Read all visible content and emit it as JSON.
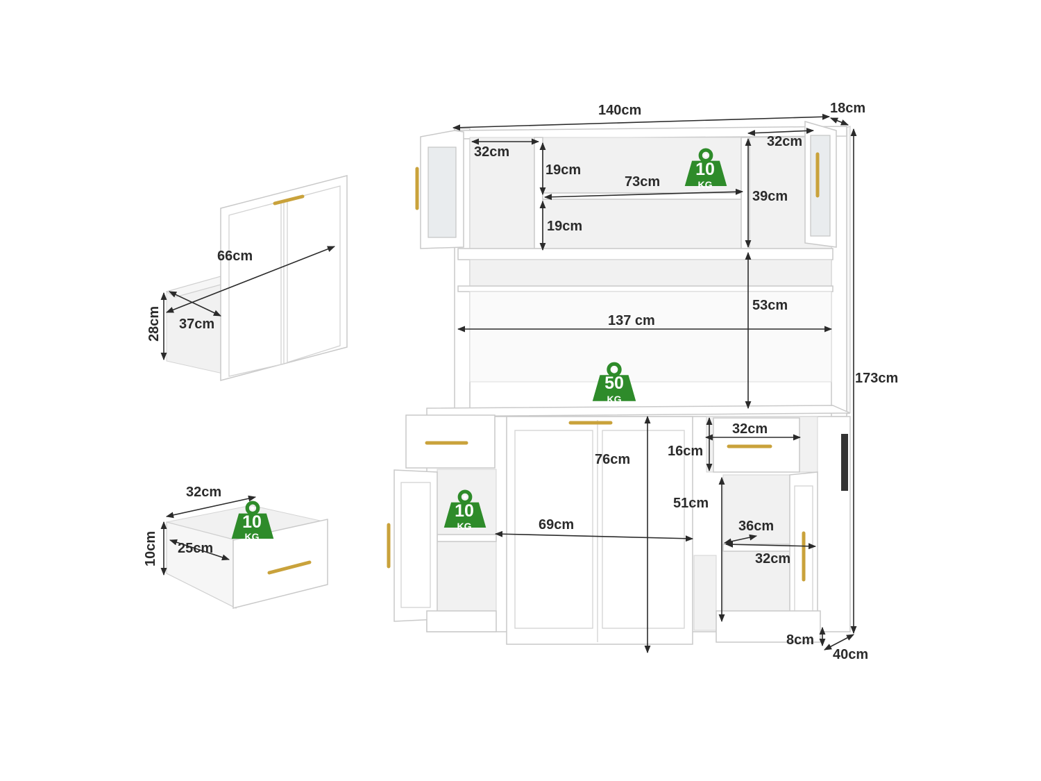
{
  "colors": {
    "badge_green": "#2e8b2a",
    "handle_gold": "#c9a23b",
    "dimension_line": "#2b2b2b",
    "cabinet_white": "#ffffff"
  },
  "main_cabinet": {
    "width": "140cm",
    "top_depth": "18cm",
    "height": "173cm",
    "base_depth": "40cm",
    "foot_height": "8cm",
    "upper_left_width": "32cm",
    "upper_right_width": "32cm",
    "upper_shelf_top_height": "19cm",
    "upper_shelf_bottom_height": "19cm",
    "upper_shelf_width": "73cm",
    "upper_right_height": "39cm",
    "open_space_height": "53cm",
    "open_space_width": "137 cm",
    "center_door_height": "76cm",
    "lower_left_height": "51cm",
    "lower_shelf_width": "69cm",
    "right_drawer_width": "32cm",
    "right_drawer_height": "16cm",
    "right_cabinet_depth": "36cm",
    "right_cabinet_width": "32cm",
    "load_upper": {
      "value": "10",
      "unit": "KG"
    },
    "load_counter": {
      "value": "50",
      "unit": "KG"
    },
    "load_lower": {
      "value": "10",
      "unit": "KG"
    }
  },
  "side_cabinet": {
    "width": "66cm",
    "depth": "37cm",
    "height": "28cm"
  },
  "drawer": {
    "width": "32cm",
    "depth": "25cm",
    "height": "10cm",
    "load": {
      "value": "10",
      "unit": "KG"
    }
  }
}
